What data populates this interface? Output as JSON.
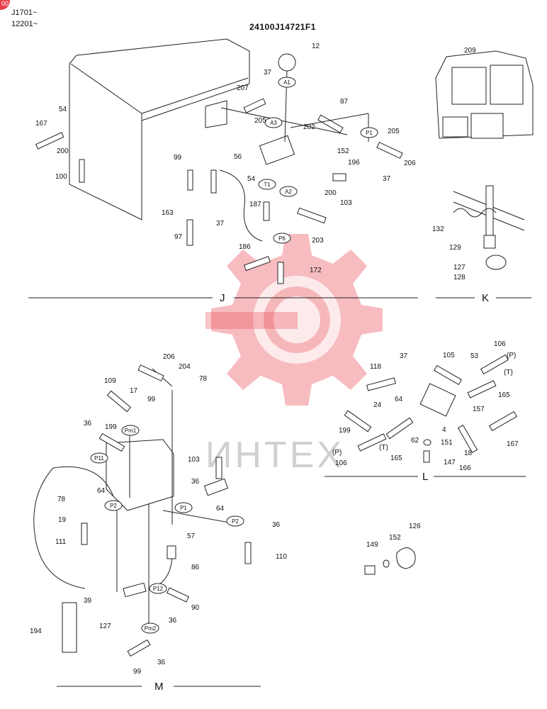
{
  "header": {
    "corner_badge": "00",
    "serial_range_1": "J1701~",
    "serial_range_2": "12201~",
    "document_number": "24100J14721F1"
  },
  "watermark": {
    "text": "ИНТЕХ",
    "color": "#e8404a"
  },
  "sections": [
    "J",
    "K",
    "L",
    "M"
  ],
  "port_markers": [
    "A1",
    "A3",
    "P1",
    "T1",
    "A2",
    "P6",
    "Pm1",
    "P11",
    "P2",
    "P1",
    "P2",
    "P12",
    "Pm2"
  ],
  "callouts": [
    "12",
    "37",
    "207",
    "87",
    "205",
    "202",
    "54",
    "167",
    "200",
    "100",
    "56",
    "152",
    "196",
    "205",
    "206",
    "37",
    "99",
    "54",
    "200",
    "103",
    "163",
    "37",
    "187",
    "97",
    "186",
    "203",
    "172",
    "209",
    "132",
    "129",
    "127",
    "128",
    "206",
    "204",
    "78",
    "109",
    "17",
    "99",
    "36",
    "199",
    "103",
    "36",
    "64",
    "78",
    "64",
    "19",
    "111",
    "57",
    "36",
    "110",
    "86",
    "39",
    "90",
    "36",
    "127",
    "194",
    "99",
    "36",
    "37",
    "105",
    "53",
    "106",
    "118",
    "64",
    "24",
    "157",
    "165",
    "199",
    "62",
    "4",
    "151",
    "18",
    "167",
    "106",
    "165",
    "147",
    "166",
    "(P)",
    "(T)",
    "(P)",
    "(T)",
    "149",
    "152",
    "126"
  ]
}
